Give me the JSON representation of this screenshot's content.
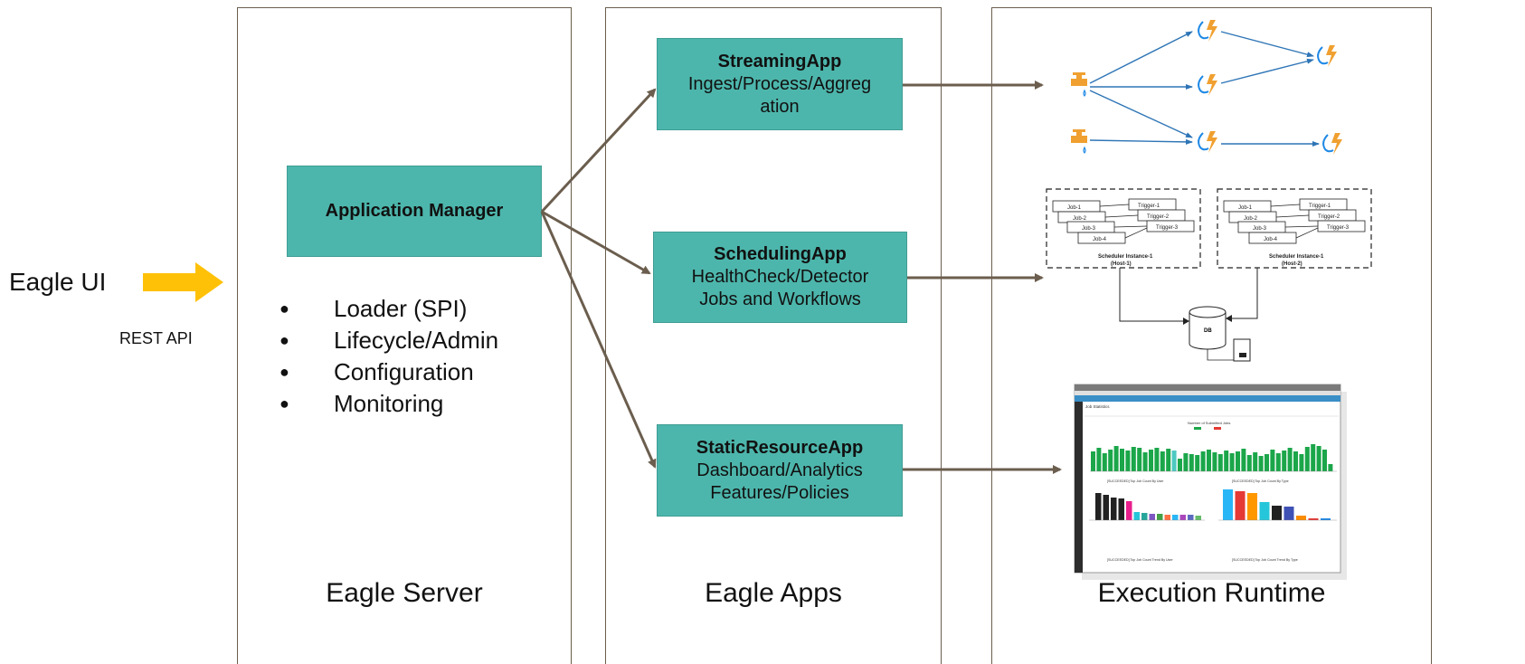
{
  "left": {
    "ui_label": "Eagle UI",
    "api_label": "REST API"
  },
  "panels": {
    "server": {
      "label": "Eagle Server",
      "manager_box": "Application Manager",
      "features": [
        "Loader (SPI)",
        "Lifecycle/Admin",
        "Configuration",
        "Monitoring"
      ]
    },
    "apps": {
      "label": "Eagle Apps",
      "items": [
        {
          "title": "StreamingApp",
          "lines": [
            "Ingest/Process/Aggreg",
            "ation"
          ]
        },
        {
          "title": "SchedulingApp",
          "lines": [
            "HealthCheck/Detector",
            "Jobs and Workflows"
          ]
        },
        {
          "title": "StaticResourceApp",
          "lines": [
            "Dashboard/Analytics",
            "Features/Policies"
          ]
        }
      ]
    },
    "runtime": {
      "label": "Execution Runtime",
      "scheduler": {
        "instances": [
          {
            "label": "Scheduler Instance-1",
            "host": "(Host-1)",
            "jobs": [
              "Job-1",
              "Job-2",
              "Job-3",
              "Job-4"
            ],
            "triggers": [
              "Trigger-1",
              "Trigger-2",
              "Trigger-3"
            ]
          },
          {
            "label": "Scheduler Instance-1",
            "host": "(Host-2)",
            "jobs": [
              "Job-1",
              "Job-2",
              "Job-3",
              "Job-4"
            ],
            "triggers": [
              "Trigger-1",
              "Trigger-2",
              "Trigger-3"
            ]
          }
        ],
        "db_label": "DB"
      },
      "dashboard": {
        "page_title": "Job Statistics",
        "chart_titles": [
          "Number of Submitted Jobs",
          "[SUCCEEDED] Top Job Count By User",
          "[SUCCEEDED] Top Job Count By Type",
          "[SUCCEEDED] Top Job Count Trend By User",
          "[SUCCEEDED] Top Job Count Trend By Type"
        ]
      }
    }
  },
  "colors": {
    "teal": "#4db6ac",
    "arrow": "#6b5e4e",
    "orange_arrow": "#ffc107",
    "flow_line": "#2e75b6",
    "icon_orange": "#f0a030",
    "icon_blue": "#1e88e5"
  }
}
